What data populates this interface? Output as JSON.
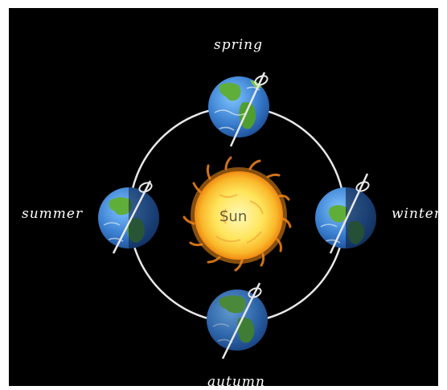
{
  "sun": {
    "label": "Sun"
  },
  "seasons": [
    {
      "key": "spring",
      "label": "spring"
    },
    {
      "key": "summer",
      "label": "summer"
    },
    {
      "key": "winter",
      "label": "winter"
    },
    {
      "key": "autumn",
      "label": "autumn"
    }
  ],
  "colors": {
    "background": "#000000",
    "orbit": "#e8e8e8",
    "ocean": "#3a7fd0",
    "land": "#5fae3a",
    "night_shade": "#0a1a3a",
    "sun_core": "#fff27a",
    "sun_edge": "#f7a21b",
    "text": "#ffffff"
  },
  "icons": [
    "sun-icon",
    "earth-icon",
    "axis-icon"
  ]
}
